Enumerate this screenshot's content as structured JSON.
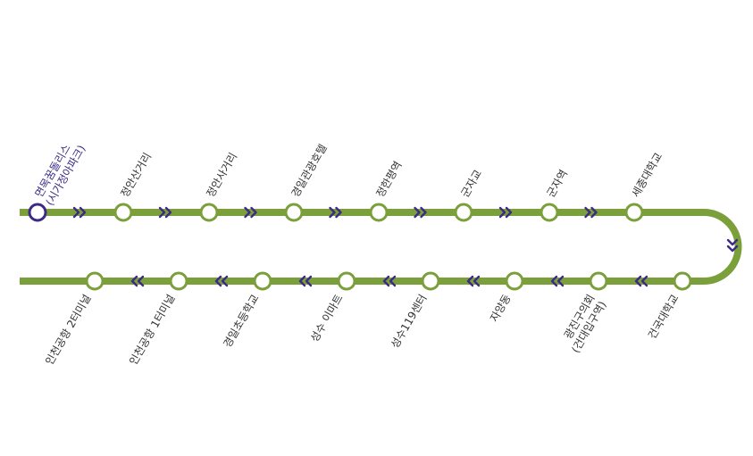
{
  "route": {
    "line_color": "#7a9f3b",
    "arrow_color": "#3d2a86",
    "first_station_color": "#3d2a86",
    "top_row": [
      {
        "name": "면목꿈돌리스",
        "name2": "(시가정아파크)",
        "first": true
      },
      {
        "name": "정안산거리"
      },
      {
        "name": "정안사거리"
      },
      {
        "name": "경일관광호텔"
      },
      {
        "name": "정한평역"
      },
      {
        "name": "군자교"
      },
      {
        "name": "군자역"
      },
      {
        "name": "세종대학교"
      }
    ],
    "bottom_row": [
      {
        "name": "인천공항 2터미널"
      },
      {
        "name": "인천공항 1터미널"
      },
      {
        "name": "경일초등학교"
      },
      {
        "name": "성수 이마트"
      },
      {
        "name": "성수119센터"
      },
      {
        "name": "자양동"
      },
      {
        "name": "광진구의회",
        "name2": "(건대입구역)"
      },
      {
        "name": "건국대학교"
      }
    ]
  }
}
